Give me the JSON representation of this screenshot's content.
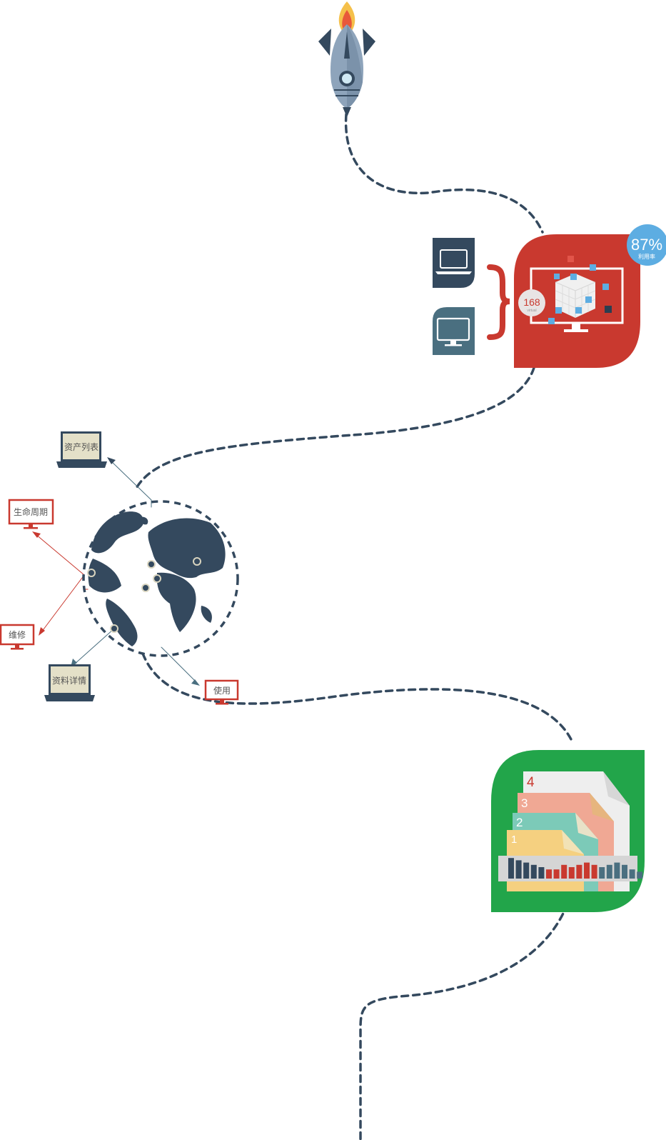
{
  "colors": {
    "path": "#34495e",
    "navy": "#34495e",
    "slate": "#4a6f80",
    "red": "#c9392f",
    "blue_badge": "#5dade2",
    "green": "#22a54a",
    "screen_beige": "#e4e0c8",
    "white": "#ffffff"
  },
  "icons": {
    "rocket": "rocket-icon",
    "laptop": "laptop-icon",
    "monitor": "monitor-icon",
    "globe": "globe-icon",
    "cube": "cube-icon",
    "documents": "stacked-documents-icon"
  },
  "virtualization": {
    "utilization_value": "87%",
    "utilization_label": "利用率",
    "server_count": "168",
    "server_count_caption": "virtual"
  },
  "asset_nodes": [
    {
      "id": "asset-list",
      "label": "资产列表",
      "device": "laptop"
    },
    {
      "id": "lifecycle",
      "label": "生命周期",
      "device": "monitor"
    },
    {
      "id": "maintenance",
      "label": "维修",
      "device": "monitor"
    },
    {
      "id": "details",
      "label": "资料详情",
      "device": "laptop"
    },
    {
      "id": "usage",
      "label": "使用",
      "device": "monitor"
    }
  ],
  "documents": {
    "page_numbers": [
      "1",
      "2",
      "3",
      "4"
    ],
    "bar_values": [
      9,
      8,
      7,
      6,
      5,
      4,
      4,
      6,
      5,
      6,
      7,
      6,
      5,
      6,
      7,
      6,
      4,
      3
    ]
  }
}
